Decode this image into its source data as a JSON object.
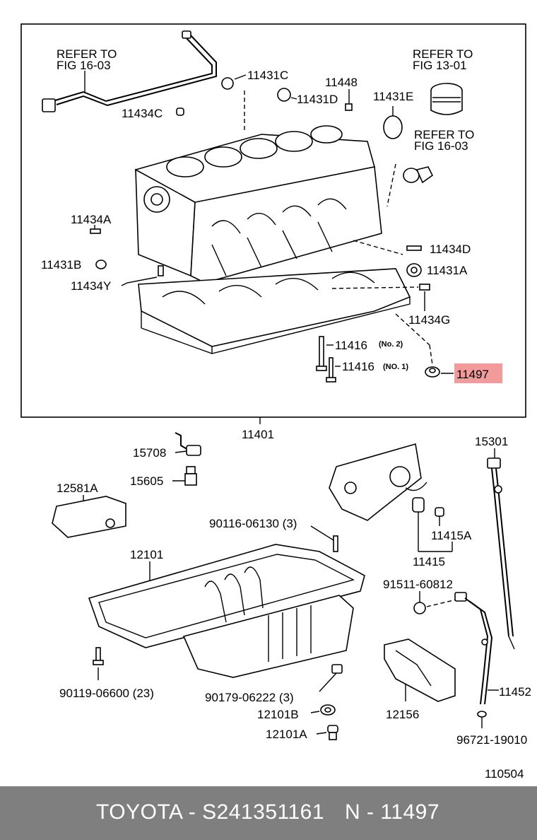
{
  "refs": {
    "refer_fig_16_03_top": [
      "REFER TO",
      "FIG 16-03"
    ],
    "refer_fig_13_01": [
      "REFER TO",
      "FIG 13-01"
    ],
    "refer_fig_16_03_right": [
      "REFER TO",
      "FIG 16-03"
    ]
  },
  "labels": {
    "p11431C": "11431C",
    "p11448": "11448",
    "p11431D": "11431D",
    "p11431E": "11431E",
    "p11434C": "11434C",
    "p11434A": "11434A",
    "p11431B": "11431B",
    "p11434Y": "11434Y",
    "p11434D": "11434D",
    "p11431A": "11431A",
    "p11434G": "11434G",
    "p11416_no2": "11416",
    "p11416_no2_note": "(No. 2)",
    "p11416_no1": "11416",
    "p11416_no1_note": "(NO. 1)",
    "p11497": "11497",
    "p11401": "11401",
    "p15708": "15708",
    "p15605": "15605",
    "p12581A": "12581A",
    "p15301": "15301",
    "p90116": "90116-06130 (3)",
    "p11415A": "11415A",
    "p11415": "11415",
    "p12101": "12101",
    "p91511": "91511-60812",
    "p90119": "90119-06600 (23)",
    "p90179": "90179-06222 (3)",
    "p12101B": "12101B",
    "p12101A": "12101A",
    "p12156": "12156",
    "p11452": "11452",
    "p96721": "96721-19010",
    "code": "110504"
  },
  "footer": {
    "brand_part": "TOYOTA - S241351161",
    "oem": "N - 11497"
  },
  "colors": {
    "highlight": "#f39a9a",
    "footer_bg": "#7f7f7f"
  }
}
